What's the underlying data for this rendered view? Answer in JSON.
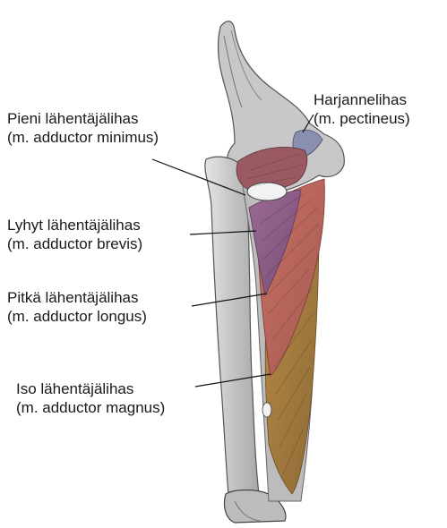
{
  "labels": {
    "pectineus": {
      "name": "Harjannelihas",
      "latin": "(m. pectineus)"
    },
    "minimus": {
      "name": "Pieni lähentäjälihas",
      "latin": "(m. adductor minimus)"
    },
    "brevis": {
      "name": "Lyhyt lähentäjälihas",
      "latin": "(m. adductor brevis)"
    },
    "longus": {
      "name": "Pitkä lähentäjälihas",
      "latin": "(m. adductor longus)"
    },
    "magnus": {
      "name": "Iso lähentäjälihas",
      "latin": "(m. adductor magnus)"
    }
  },
  "colors": {
    "bone": "#c9c9c9",
    "bone_shade": "#9a9a9a",
    "pectineus": "#8a8fb0",
    "minimus": "#9b5a62",
    "brevis": "#8a5a86",
    "longus": "#b8605a",
    "magnus": "#a47a3c",
    "leader": "#111111"
  }
}
